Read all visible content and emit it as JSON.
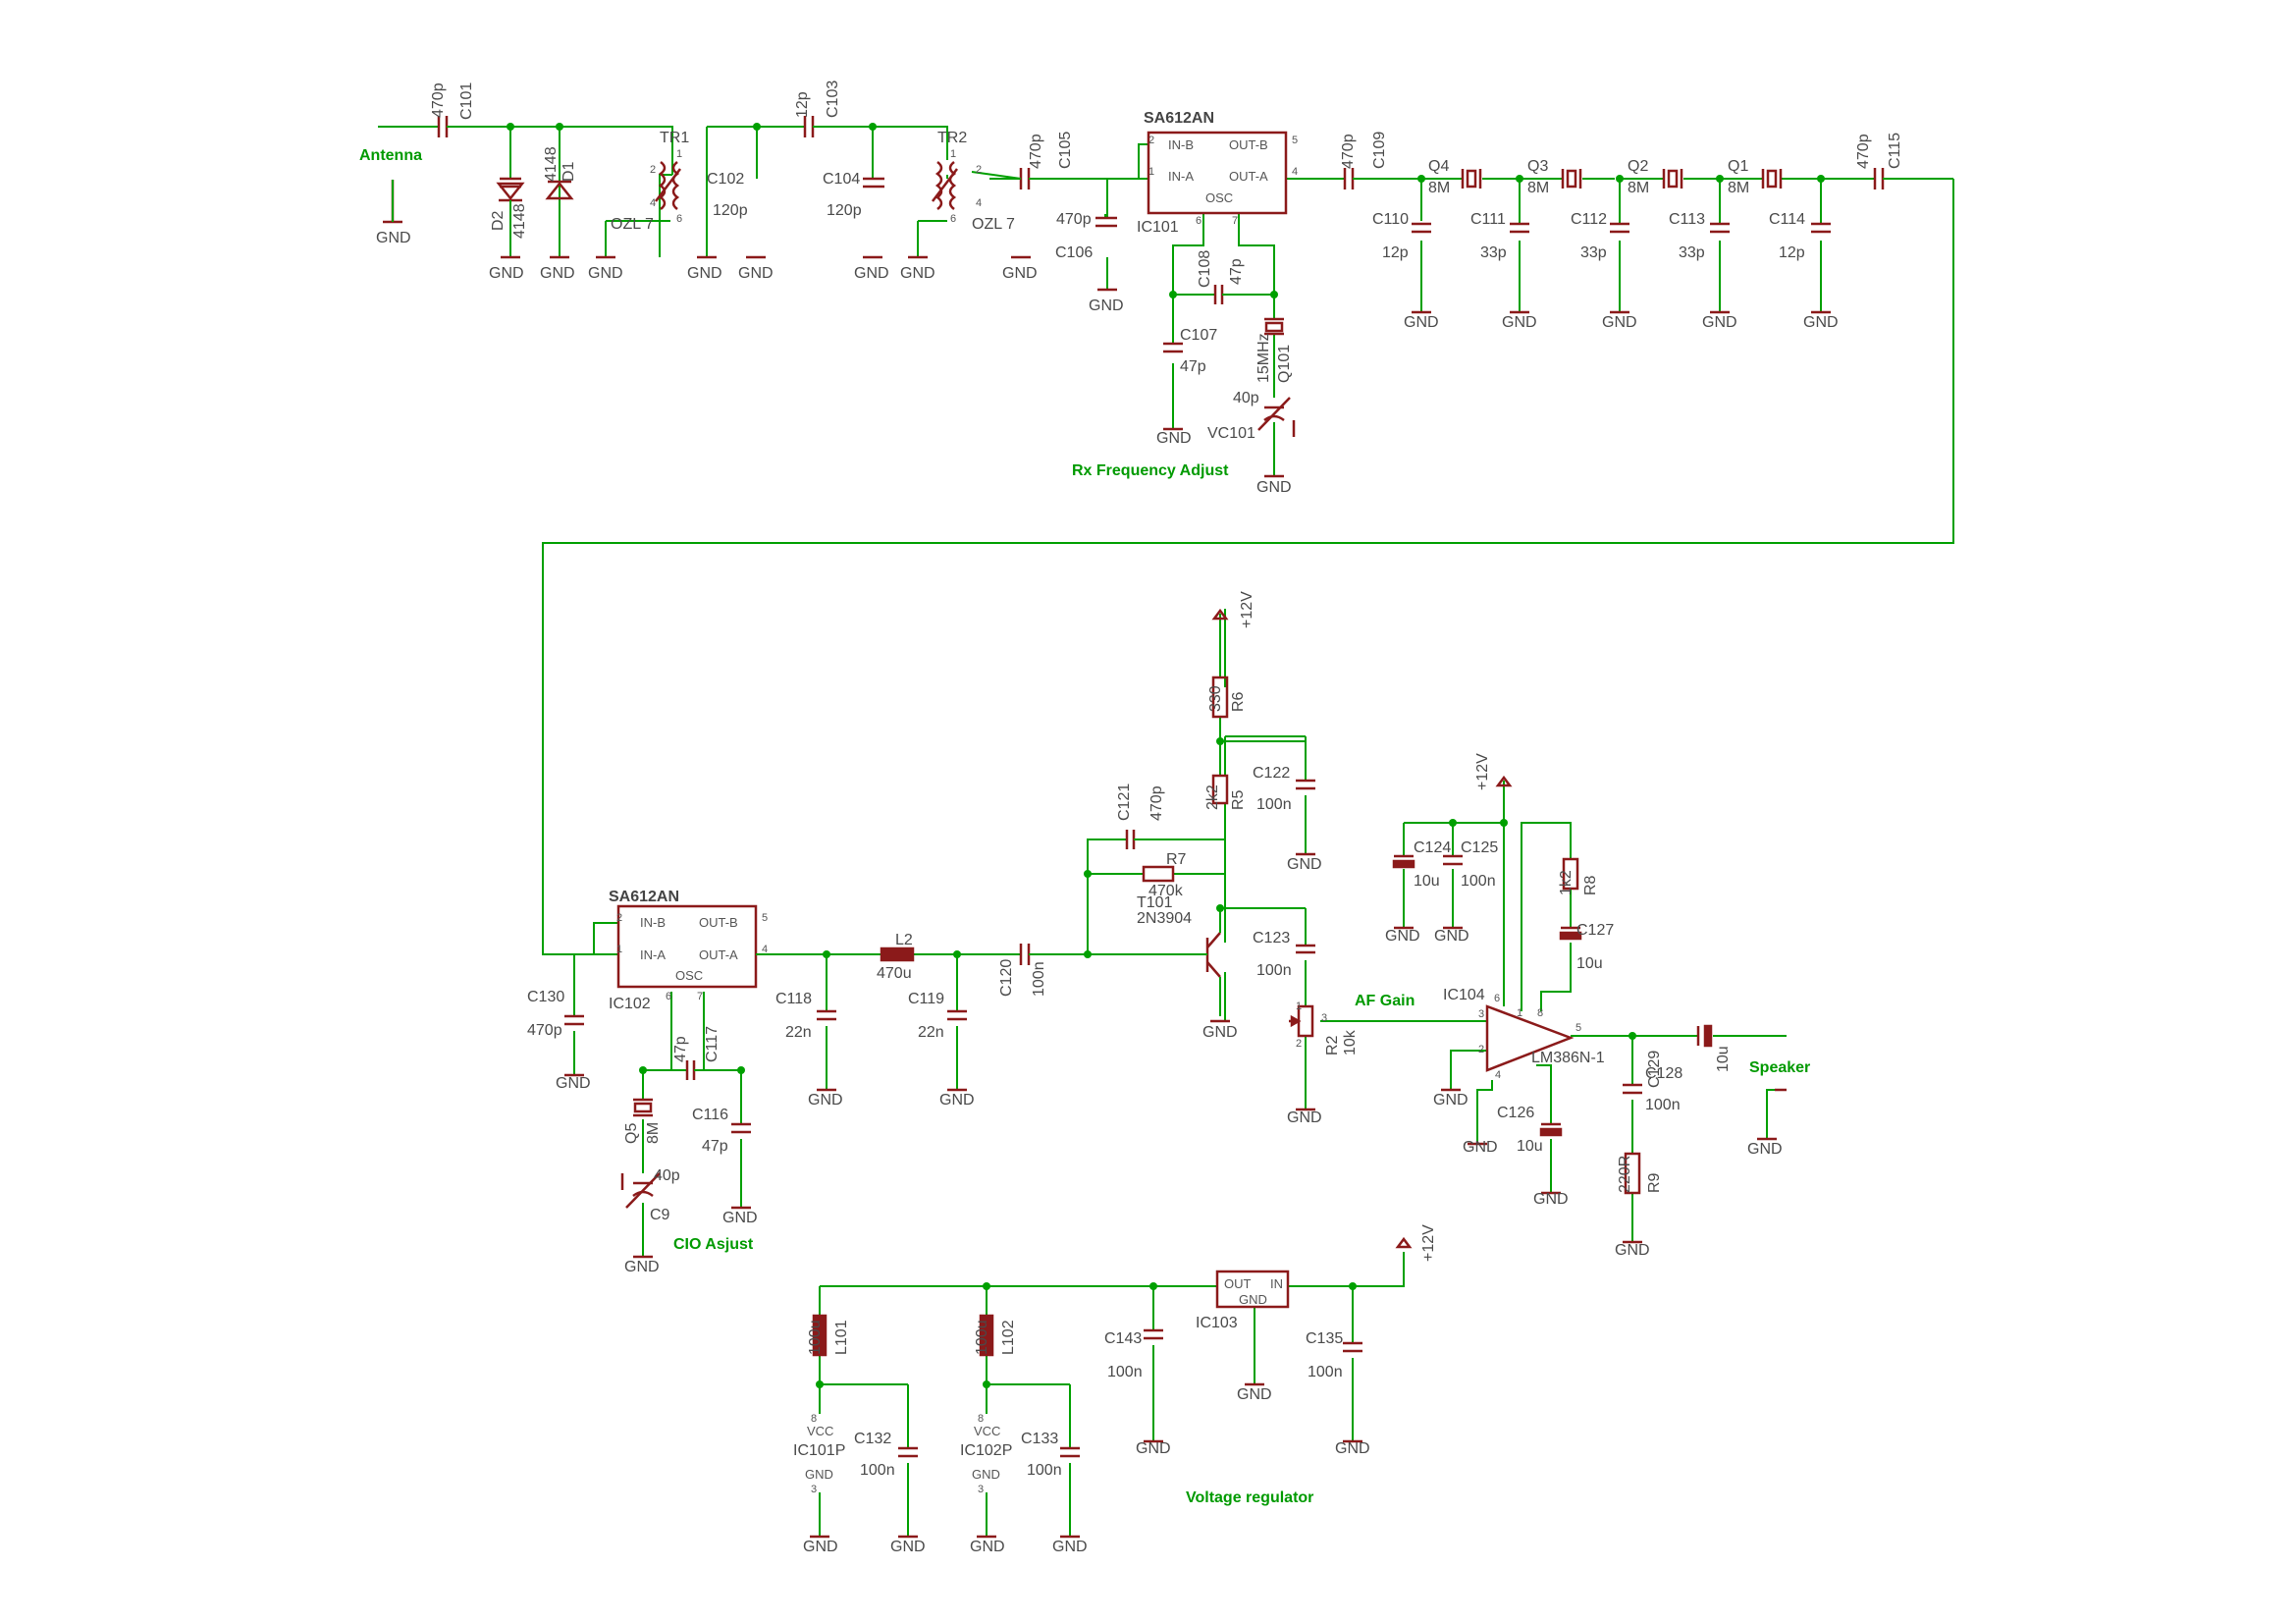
{
  "colors": {
    "wire": "#00a000",
    "part": "#8b1a1a",
    "text": "#4a4a4a",
    "net": "#009a00",
    "junction": "#00a000"
  },
  "nets": {
    "antenna": "Antenna",
    "rx_freq": "Rx Frequency Adjust",
    "cio": "CIO Asjust",
    "af_gain": "AF Gain",
    "speaker": "Speaker",
    "vreg": "Voltage regulator"
  },
  "gnd": "GND",
  "plus12v": "+12V",
  "mixer": {
    "name": "SA612AN",
    "pins": {
      "inb": "IN-B",
      "ina": "IN-A",
      "outb": "OUT-B",
      "outa": "OUT-A",
      "osc": "OSC",
      "p1": "1",
      "p2": "2",
      "p4": "4",
      "p5": "5",
      "p6": "6",
      "p7": "7"
    }
  },
  "ic101": "IC101",
  "ic102": "IC102",
  "ic103": {
    "ref": "IC103",
    "out": "OUT",
    "in": "IN",
    "gnd": "GND"
  },
  "ic104": {
    "ref": "IC104",
    "value": "LM386N-1",
    "pins": {
      "p1": "1",
      "p2": "2",
      "p3": "3",
      "p4": "4",
      "p5": "5",
      "p6": "6",
      "p8": "8"
    }
  },
  "power_ic": {
    "a": {
      "ref": "IC101P",
      "vcc": "VCC",
      "gnd": "GND",
      "p8": "8",
      "p3": "3"
    },
    "b": {
      "ref": "IC102P",
      "vcc": "VCC",
      "gnd": "GND",
      "p8": "8",
      "p3": "3"
    }
  },
  "parts": {
    "C101": {
      "ref": "C101",
      "val": "470p"
    },
    "D2": {
      "ref": "D2",
      "val": "4148"
    },
    "D1": {
      "ref": "D1",
      "val": "4148"
    },
    "TR1": {
      "ref": "TR1",
      "val": "OZL 7"
    },
    "TR2": {
      "ref": "TR2",
      "val": "OZL 7"
    },
    "C102": {
      "ref": "C102",
      "val": "120p"
    },
    "C103": {
      "ref": "C103",
      "val": "12p"
    },
    "C104": {
      "ref": "C104",
      "val": "120p"
    },
    "C105": {
      "ref": "C105",
      "val": "470p"
    },
    "C106": {
      "ref": "C106",
      "val": "470p"
    },
    "C107": {
      "ref": "C107",
      "val": "47p"
    },
    "C108": {
      "ref": "C108",
      "val": "47p"
    },
    "Q101": {
      "ref": "Q101",
      "val": "15MHz"
    },
    "VC101": {
      "ref": "VC101",
      "val": "40p"
    },
    "C109": {
      "ref": "C109",
      "val": "470p"
    },
    "Q4": {
      "ref": "Q4",
      "val": "8M"
    },
    "Q3": {
      "ref": "Q3",
      "val": "8M"
    },
    "Q2": {
      "ref": "Q2",
      "val": "8M"
    },
    "Q1": {
      "ref": "Q1",
      "val": "8M"
    },
    "C110": {
      "ref": "C110",
      "val": "12p"
    },
    "C111": {
      "ref": "C111",
      "val": "33p"
    },
    "C112": {
      "ref": "C112",
      "val": "33p"
    },
    "C113": {
      "ref": "C113",
      "val": "33p"
    },
    "C114": {
      "ref": "C114",
      "val": "12p"
    },
    "C115": {
      "ref": "C115",
      "val": "470p"
    },
    "C130": {
      "ref": "C130",
      "val": "470p"
    },
    "C116": {
      "ref": "C116",
      "val": "47p"
    },
    "C117": {
      "ref": "C117",
      "val": "47p"
    },
    "Q5": {
      "ref": "Q5",
      "val": "8M"
    },
    "C9": {
      "ref": "C9",
      "val": "40p"
    },
    "L2": {
      "ref": "L2",
      "val": "470u"
    },
    "C118": {
      "ref": "C118",
      "val": "22n"
    },
    "C119": {
      "ref": "C119",
      "val": "22n"
    },
    "C120": {
      "ref": "C120",
      "val": "100n"
    },
    "C121": {
      "ref": "C121",
      "val": "470p"
    },
    "R7": {
      "ref": "R7",
      "val": "470k"
    },
    "T101": {
      "ref": "T101",
      "val": "2N3904"
    },
    "R6": {
      "ref": "R6",
      "val": "330"
    },
    "R5": {
      "ref": "R5",
      "val": "2k2"
    },
    "C122": {
      "ref": "C122",
      "val": "100n"
    },
    "C123": {
      "ref": "C123",
      "val": "100n"
    },
    "R2": {
      "ref": "R2",
      "val": "10k"
    },
    "C124": {
      "ref": "C124",
      "val": "10u"
    },
    "C125": {
      "ref": "C125",
      "val": "100n"
    },
    "R8": {
      "ref": "R8",
      "val": "1k2"
    },
    "C127": {
      "ref": "C127",
      "val": "10u"
    },
    "C126": {
      "ref": "C126",
      "val": "10u"
    },
    "C128": {
      "ref": "C128",
      "val": "100n"
    },
    "C129": {
      "ref": "C129",
      "val": "10u"
    },
    "R9": {
      "ref": "R9",
      "val": "220R"
    },
    "L101": {
      "ref": "L101",
      "val": "100u"
    },
    "L102": {
      "ref": "L102",
      "val": "100u"
    },
    "C132": {
      "ref": "C132",
      "val": "100n"
    },
    "C133": {
      "ref": "C133",
      "val": "100n"
    },
    "C143": {
      "ref": "C143",
      "val": "100n"
    },
    "C135": {
      "ref": "C135",
      "val": "100n"
    }
  },
  "pins": {
    "one": "1",
    "two": "2",
    "three": "3",
    "four": "4",
    "five": "5",
    "six": "6"
  }
}
